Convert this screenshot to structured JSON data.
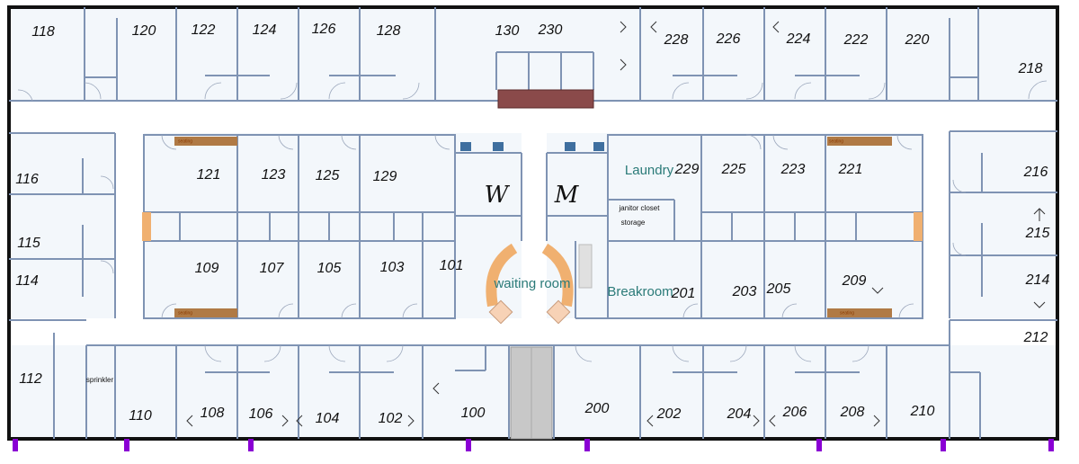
{
  "colors": {
    "floor": "#f3f7fb",
    "corridor": "#ffffff",
    "wall": "#7f93b3",
    "outer_wall": "#111111",
    "seating": "#b07a45",
    "bench": "#f0b070",
    "reception": "#8a4a4a",
    "elevator": "#c8c8c8",
    "area_label": "#2a7a78",
    "marker": "#8a00d4",
    "chair": "#3f6f9f"
  },
  "rooms": [
    {
      "label": "118"
    },
    {
      "label": "120"
    },
    {
      "label": "122"
    },
    {
      "label": "124"
    },
    {
      "label": "126"
    },
    {
      "label": "128"
    },
    {
      "label": "130"
    },
    {
      "label": "230"
    },
    {
      "label": "228"
    },
    {
      "label": "226"
    },
    {
      "label": "224"
    },
    {
      "label": "222"
    },
    {
      "label": "220"
    },
    {
      "label": "218"
    },
    {
      "label": "116"
    },
    {
      "label": "115"
    },
    {
      "label": "114"
    },
    {
      "label": "112"
    },
    {
      "label": "121"
    },
    {
      "label": "123"
    },
    {
      "label": "125"
    },
    {
      "label": "129"
    },
    {
      "label": "109"
    },
    {
      "label": "107"
    },
    {
      "label": "105"
    },
    {
      "label": "103"
    },
    {
      "label": "101"
    },
    {
      "label": "229"
    },
    {
      "label": "225"
    },
    {
      "label": "223"
    },
    {
      "label": "221"
    },
    {
      "label": "201"
    },
    {
      "label": "203"
    },
    {
      "label": "205"
    },
    {
      "label": "209"
    },
    {
      "label": "216"
    },
    {
      "label": "215"
    },
    {
      "label": "214"
    },
    {
      "label": "212"
    },
    {
      "label": "110"
    },
    {
      "label": "108"
    },
    {
      "label": "106"
    },
    {
      "label": "104"
    },
    {
      "label": "102"
    },
    {
      "label": "100"
    },
    {
      "label": "200"
    },
    {
      "label": "202"
    },
    {
      "label": "204"
    },
    {
      "label": "206"
    },
    {
      "label": "208"
    },
    {
      "label": "210"
    }
  ],
  "areas": {
    "laundry": "Laundry",
    "waiting": "waiting room",
    "breakroom": "Breakroom",
    "janitor": "janitor closet",
    "storage": "storage",
    "sprinkler": "sprinkler"
  },
  "restrooms": {
    "women": "W",
    "men": "M"
  },
  "seating_label": "seating"
}
